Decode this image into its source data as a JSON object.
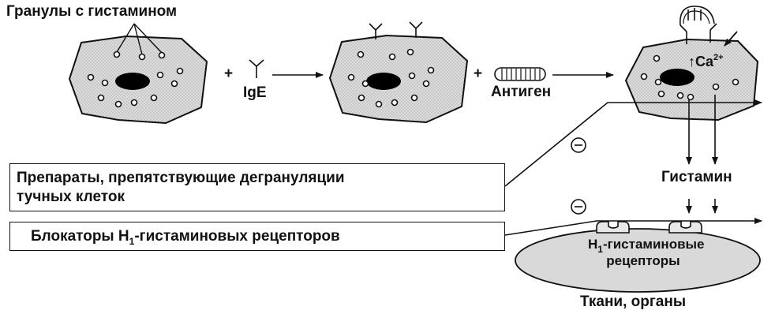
{
  "labels": {
    "granules": "Гранулы с гистамином",
    "ige": "IgE",
    "antigen": "Антиген",
    "calcium": "↑Ca",
    "calcium_charge": "2+",
    "histamine": "Гистамин",
    "receptors_line1_pre": "H",
    "receptors_line1_sub": "1",
    "receptors_line1_post": "-гистаминовые",
    "receptors_line2": "рецепторы",
    "tissues": "Ткани, органы",
    "plus": "+",
    "minus": "−"
  },
  "boxes": {
    "stabilizers_line1": "Препараты, препятствующие дегрануляции",
    "stabilizers_line2": "тучных клеток",
    "blockers_pre": "Блокаторы H",
    "blockers_sub": "1",
    "blockers_post": "-гистаминовых рецепторов"
  }
}
